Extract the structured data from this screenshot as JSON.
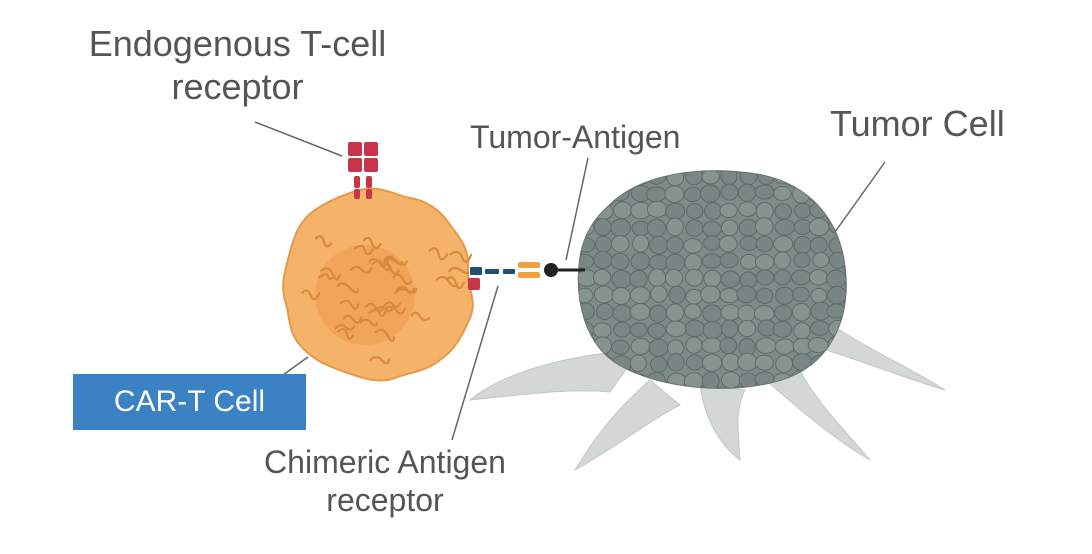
{
  "labels": {
    "endogenous_receptor_line1": "Endogenous T-cell",
    "endogenous_receptor_line2": "receptor",
    "tumor_antigen": "Tumor-Antigen",
    "tumor_cell": "Tumor Cell",
    "car_t_cell": "CAR-T Cell",
    "chimeric_receptor_line1": "Chimeric Antigen",
    "chimeric_receptor_line2": "receptor"
  },
  "colors": {
    "car_t_cell_body": "#f5b36a",
    "car_t_nucleus": "#f0a257",
    "tumor_cell_body": "#7e8b88",
    "tumor_cell_spikes": "#d3d8d7",
    "receptor_red": "#c8344a",
    "car_receptor_blue": "#1f4e79",
    "car_receptor_orange": "#f0a040",
    "label_box_blue": "#3b82c4",
    "label_text": "#555555",
    "leader_line": "#666666"
  }
}
